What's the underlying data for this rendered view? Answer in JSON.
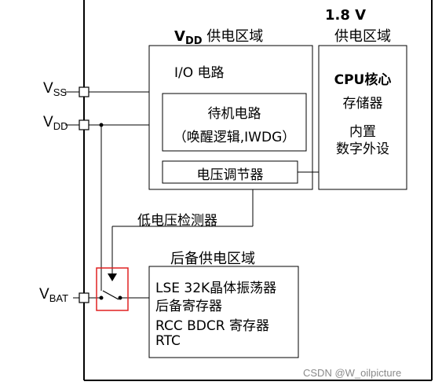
{
  "core_domain": {
    "title_main": "V",
    "title_sub": "DD",
    "title_rest": " 供电区域",
    "io_label": "I/O 电路",
    "standby_line1": "待机电路",
    "standby_line2": "（唤醒逻辑,IWDG）",
    "regulator": "电压调节器"
  },
  "cpu_domain": {
    "voltage": "1.8 V",
    "title": "供电区域",
    "line1": "CPU核心",
    "line2": "存储器",
    "line3": "内置",
    "line4": "数字外设"
  },
  "detector": "低电压检测器",
  "backup_domain": {
    "title": "后备供电区域",
    "items": [
      "LSE 32K晶体振荡器",
      "后备寄存器",
      "RCC BDCR 寄存器",
      "RTC"
    ]
  },
  "pins": {
    "vss_main": "V",
    "vss_sub": "SS",
    "vdd_main": "V",
    "vdd_sub": "DD",
    "vbat_main": "V",
    "vbat_sub": "BAT"
  },
  "watermark": "CSDN @W_oilpicture",
  "colors": {
    "switch_highlight": "#e02020",
    "line": "#000000"
  }
}
